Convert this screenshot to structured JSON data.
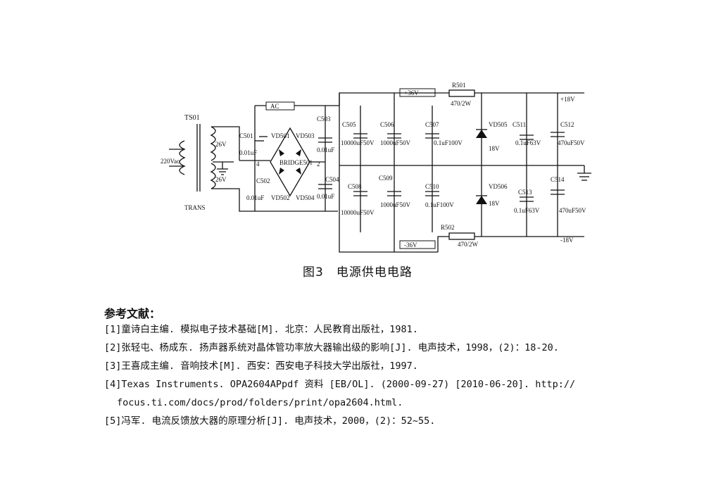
{
  "figure": {
    "caption": "图3　电源供电电路",
    "labels": {
      "ts501": "TS01",
      "trans": "TRANS",
      "v220": "220Vac",
      "v26a": "26V",
      "v26b": "26V",
      "ac": "AC",
      "c501": "C501",
      "c501v": "0.01uF",
      "c502": "C502",
      "c502v": "0.01uF",
      "c503": "C503",
      "c503v": "0.01uF",
      "c504": "C504",
      "c504v": "0.01uF",
      "vd501": "VD501",
      "vd502": "VD502",
      "vd503": "VD503",
      "vd504": "VD504",
      "bridge": "BRIDGE501",
      "p4": "4",
      "p2": "2",
      "c505": "C505",
      "c505v": "10000uF50V",
      "c506": "C506",
      "c506v": "1000uF50V",
      "c507": "C507",
      "c507v": "0.1uF100V",
      "c508": "C508",
      "c508v": "10000uF50V",
      "c509": "C509",
      "c509v": "1000uF50V",
      "c510": "C510",
      "c510v": "0.1uF100V",
      "p36": "+36V",
      "n36": "-36V",
      "r501": "R501",
      "r501v": "470/2W",
      "r502": "R502",
      "r502v": "470/2W",
      "vd505": "VD505",
      "vd505v": "18V",
      "vd506": "VD506",
      "vd506v": "18V",
      "c511": "C511",
      "c511v": "0.1uF63V",
      "c512": "C512",
      "c512v": "470uF50V",
      "c513": "C513",
      "c513v": "0.1uF63V",
      "c514": "C514",
      "c514v": "470uF50V",
      "p18": "+18V",
      "n18": "-18V"
    }
  },
  "references": {
    "title": "参考文献：",
    "items": [
      "[1]童诗白主编. 模拟电子技术基础[M]. 北京：人民教育出版社，1981.",
      "[2]张轻屯、杨成东. 扬声器系统对晶体管功率放大器输出级的影响[J]. 电声技术，1998，(2)：18-20.",
      "[3]王喜成主编. 音响技术[M]. 西安：西安电子科技大学出版社，1997.",
      "[4]Texas Instruments. OPA2604APpdf 资料 [EB/OL]. (2000-09-27) [2010-06-20]. http://",
      "focus.ti.com/docs/prod/folders/print/opa2604.html.",
      "[5]冯军. 电流反馈放大器的原理分析[J]. 电声技术，2000，(2)：52~55."
    ]
  }
}
